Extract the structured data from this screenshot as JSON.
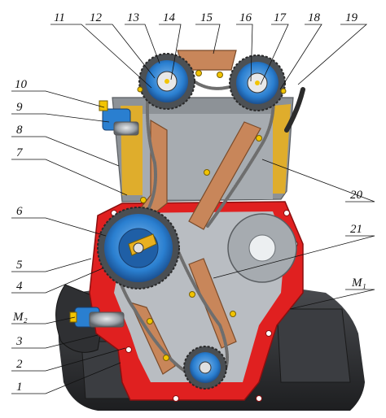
{
  "callouts": [
    {
      "id": "11",
      "text": "11"
    },
    {
      "id": "12",
      "text": "12"
    },
    {
      "id": "13",
      "text": "13"
    },
    {
      "id": "14",
      "text": "14"
    },
    {
      "id": "15",
      "text": "15"
    },
    {
      "id": "16",
      "text": "16"
    },
    {
      "id": "17",
      "text": "17"
    },
    {
      "id": "18",
      "text": "18"
    },
    {
      "id": "19",
      "text": "19"
    },
    {
      "id": "10",
      "text": "10"
    },
    {
      "id": "9",
      "text": "9"
    },
    {
      "id": "8",
      "text": "8"
    },
    {
      "id": "7",
      "text": "7"
    },
    {
      "id": "20",
      "text": "20"
    },
    {
      "id": "6",
      "text": "6"
    },
    {
      "id": "21",
      "text": "21"
    },
    {
      "id": "5",
      "text": "5"
    },
    {
      "id": "4",
      "text": "4"
    },
    {
      "id": "M1",
      "text": "M₁"
    },
    {
      "id": "M2",
      "text": "M₂"
    },
    {
      "id": "3",
      "text": "3"
    },
    {
      "id": "2",
      "text": "2"
    },
    {
      "id": "1",
      "text": "1"
    }
  ],
  "colors": {
    "block_dark": "#2b2b2b",
    "block_mid": "#55575a",
    "cover_red": "#e02020",
    "guide_orange": "#c8865a",
    "sprocket_blue": "#2a7fd0",
    "head_yellow": "#e8b020",
    "metal_grey": "#9aa0a6",
    "chain_grey": "#6e6e6e"
  }
}
